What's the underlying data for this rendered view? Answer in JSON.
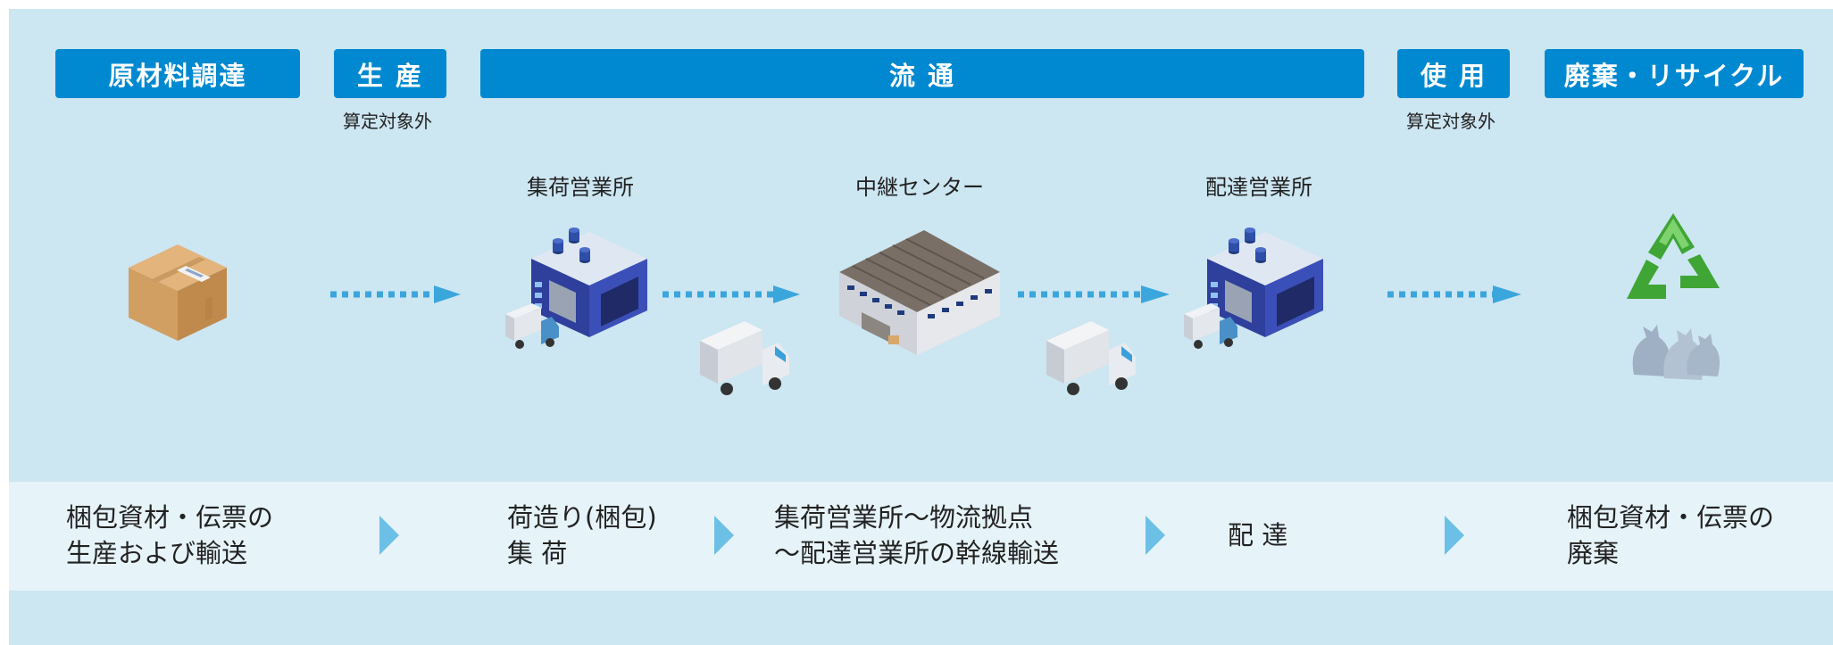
{
  "stages": {
    "raw": "原材料調達",
    "production": "生 産",
    "distribution": "流 通",
    "use": "使 用",
    "disposal": "廃棄・リサイクル"
  },
  "notes": {
    "production": "算定対象外",
    "use": "算定対象外"
  },
  "facilities": {
    "pickup": "集荷営業所",
    "relay": "中継センター",
    "delivery": "配達営業所"
  },
  "steps": {
    "s1_line1": "梱包資材・伝票の",
    "s1_line2": "生産および輸送",
    "s2_line1": "荷造り(梱包)",
    "s2_line2": "集 荷",
    "s3_line1": "集荷営業所〜物流拠点",
    "s3_line2": "〜配達営業所の幹線輸送",
    "s4": "配 達",
    "s5_line1": "梱包資材・伝票の",
    "s5_line2": "廃棄"
  },
  "icons": {
    "box": "cardboard-box-icon",
    "warehouse": "warehouse-icon",
    "truck": "truck-icon",
    "relay_center": "distribution-center-icon",
    "recycle": "recycle-icon",
    "garbage": "garbage-bags-icon"
  },
  "colors": {
    "stage_blue": "#0089d0",
    "panel_bg": "#cce6f2",
    "band_bg": "#e6f3f9",
    "arrow": "#3aa6dc"
  }
}
